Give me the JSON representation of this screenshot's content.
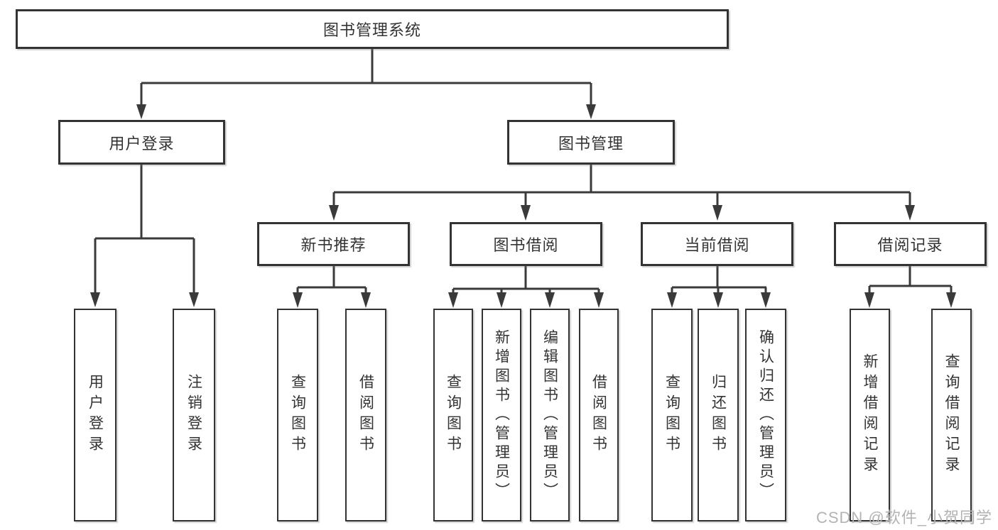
{
  "colors": {
    "background": "#ffffff",
    "line": "#3a3a3a",
    "box_border": "#333333",
    "text": "#333333",
    "watermark": "#b3b3b3"
  },
  "chart_data": {
    "type": "table",
    "title": "图书管理系统功能结构图"
  },
  "tree": {
    "label": "图书管理系统",
    "children": [
      {
        "label": "用户登录",
        "children": [
          {
            "label": "用户登录"
          },
          {
            "label": "注销登录"
          }
        ]
      },
      {
        "label": "图书管理",
        "children": [
          {
            "label": "新书推荐",
            "children": [
              {
                "label": "查询图书"
              },
              {
                "label": "借阅图书"
              }
            ]
          },
          {
            "label": "图书借阅",
            "children": [
              {
                "label": "查询图书"
              },
              {
                "label": "新增图书（管理员）"
              },
              {
                "label": "编辑图书（管理员）"
              },
              {
                "label": "借阅图书"
              }
            ]
          },
          {
            "label": "当前借阅",
            "children": [
              {
                "label": "查询图书"
              },
              {
                "label": "归还图书"
              },
              {
                "label": "确认归还（管理员）"
              }
            ]
          },
          {
            "label": "借阅记录",
            "children": [
              {
                "label": "新增借阅记录"
              },
              {
                "label": "查询借阅记录"
              }
            ]
          }
        ]
      }
    ]
  },
  "watermark": {
    "text": "CSDN @软件_小贺同学"
  }
}
